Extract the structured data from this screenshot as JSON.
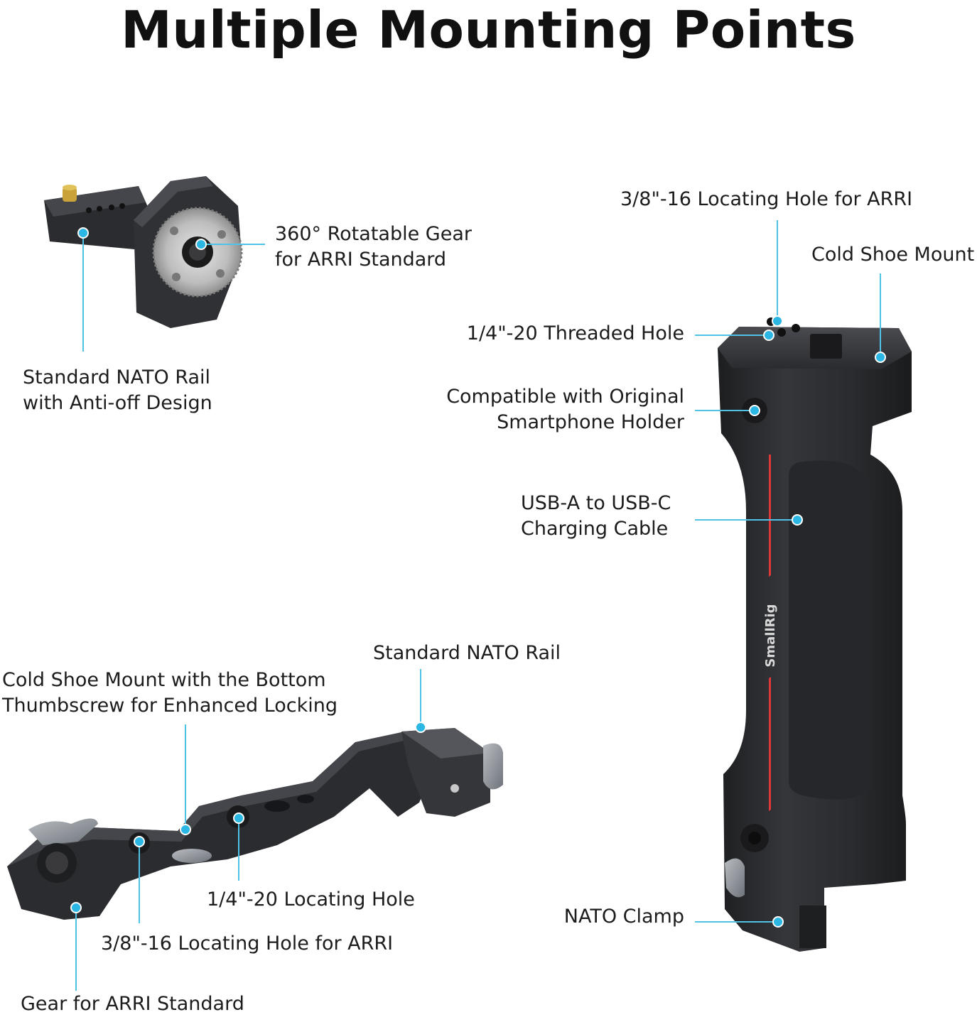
{
  "title": "Multiple Mounting Points",
  "brand_text": "SmallRig",
  "colors": {
    "callout_line": "#4fc3e6",
    "callout_dot": "#2bb6e3",
    "body_dark": "#2a2b2e",
    "accent_red": "#e0373a"
  },
  "callouts": {
    "rotatable_gear": [
      "360° Rotatable Gear",
      "for ARRI Standard"
    ],
    "nato_rail_anti_off": [
      "Standard NATO Rail",
      "with Anti-off Design"
    ],
    "locating_hole_arri_top": "3/8\"-16 Locating Hole for ARRI",
    "cold_shoe_mount": "Cold Shoe Mount",
    "threaded_hole": "1/4\"-20 Threaded Hole",
    "smartphone_holder": [
      "Compatible with Original",
      "Smartphone Holder"
    ],
    "usb_cable": [
      "USB-A to USB-C",
      "Charging Cable"
    ],
    "standard_nato_rail": "Standard NATO Rail",
    "cold_shoe_thumbscrew": [
      "Cold Shoe Mount with the Bottom",
      "Thumbscrew for Enhanced Locking"
    ],
    "locating_hole_quarter": "1/4\"-20 Locating Hole",
    "locating_hole_arri_bottom": "3/8\"-16 Locating Hole for ARRI",
    "nato_clamp": "NATO Clamp",
    "gear_arri_standard": "Gear for ARRI Standard"
  }
}
